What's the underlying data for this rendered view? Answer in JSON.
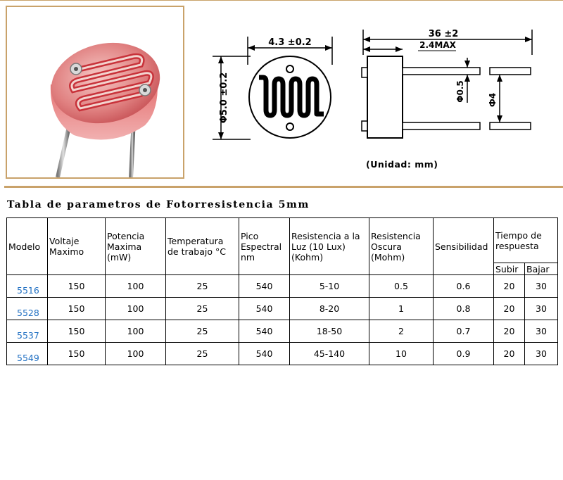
{
  "drawing": {
    "dim_width": "4.3 ±0.2",
    "dim_height": "Φ5.0 ±0.2",
    "dim_lead_length": "36 ±2",
    "dim_body": "2.4MAX",
    "dim_lead_dia": "Φ0.5",
    "dim_pitch": "Ф4",
    "unit_caption": "(Unidad: mm)"
  },
  "table": {
    "title": "Tabla de parametros de Fotorresistencia 5mm",
    "headers": {
      "model": "Modelo",
      "voltage_l1": "Voltaje",
      "voltage_l2": "Maximo",
      "power_l1": "Potencia",
      "power_l2": "Maxima",
      "power_l3": "(mW)",
      "temp_l1": "Temperatura",
      "temp_l2": "de trabajo °C",
      "peak_l1": "Pico",
      "peak_l2": "Espectral",
      "peak_l3": "nm",
      "light_l1": "Resistencia a la",
      "light_l2": "Luz (10 Lux)",
      "light_l3": "(Kohm)",
      "dark_l1": "Resistencia",
      "dark_l2": "Oscura",
      "dark_l3": "(Mohm)",
      "sensitivity": "Sensibilidad",
      "response_l1": "Tiempo de",
      "response_l2": "respuesta",
      "rise": "Subir",
      "fall": "Bajar"
    },
    "rows": [
      {
        "model": "5516",
        "voltage": "150",
        "power": "100",
        "temp": "25",
        "peak": "540",
        "light": "5-10",
        "dark": "0.5",
        "sens": "0.6",
        "rise": "20",
        "fall": "30"
      },
      {
        "model": "5528",
        "voltage": "150",
        "power": "100",
        "temp": "25",
        "peak": "540",
        "light": "8-20",
        "dark": "1",
        "sens": "0.8",
        "rise": "20",
        "fall": "30"
      },
      {
        "model": "5537",
        "voltage": "150",
        "power": "100",
        "temp": "25",
        "peak": "540",
        "light": "18-50",
        "dark": "2",
        "sens": "0.7",
        "rise": "20",
        "fall": "30"
      },
      {
        "model": "5549",
        "voltage": "150",
        "power": "100",
        "temp": "25",
        "peak": "540",
        "light": "45-140",
        "dark": "10",
        "sens": "0.9",
        "rise": "20",
        "fall": "30"
      }
    ]
  },
  "colors": {
    "frame_border": "#c9a26a",
    "model_text": "#1f6fc2",
    "element_red": "#c8323a"
  }
}
